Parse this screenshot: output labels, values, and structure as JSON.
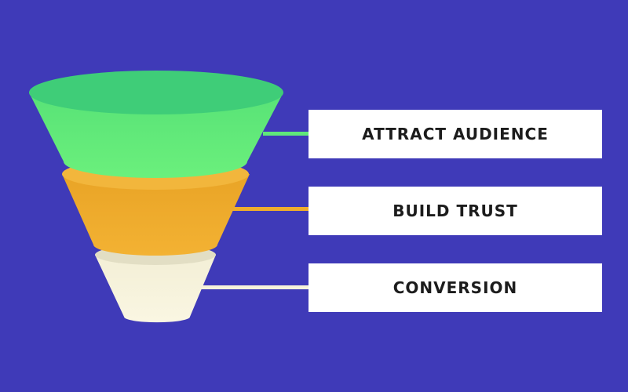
{
  "stages": [
    {
      "label": "ATTRACT AUDIENCE",
      "color": "#5fe87a",
      "top_color": "#3dcd78"
    },
    {
      "label": "BUILD TRUST",
      "color": "#efad2c",
      "top_color": "#f0b53a"
    },
    {
      "label": "CONVERSION",
      "color": "#f7f3db",
      "top_color": "#e6e2c8"
    }
  ],
  "colors": {
    "background": "#3f3ab8",
    "label_box": "#ffffff",
    "label_text": "#1c1c1c"
  }
}
